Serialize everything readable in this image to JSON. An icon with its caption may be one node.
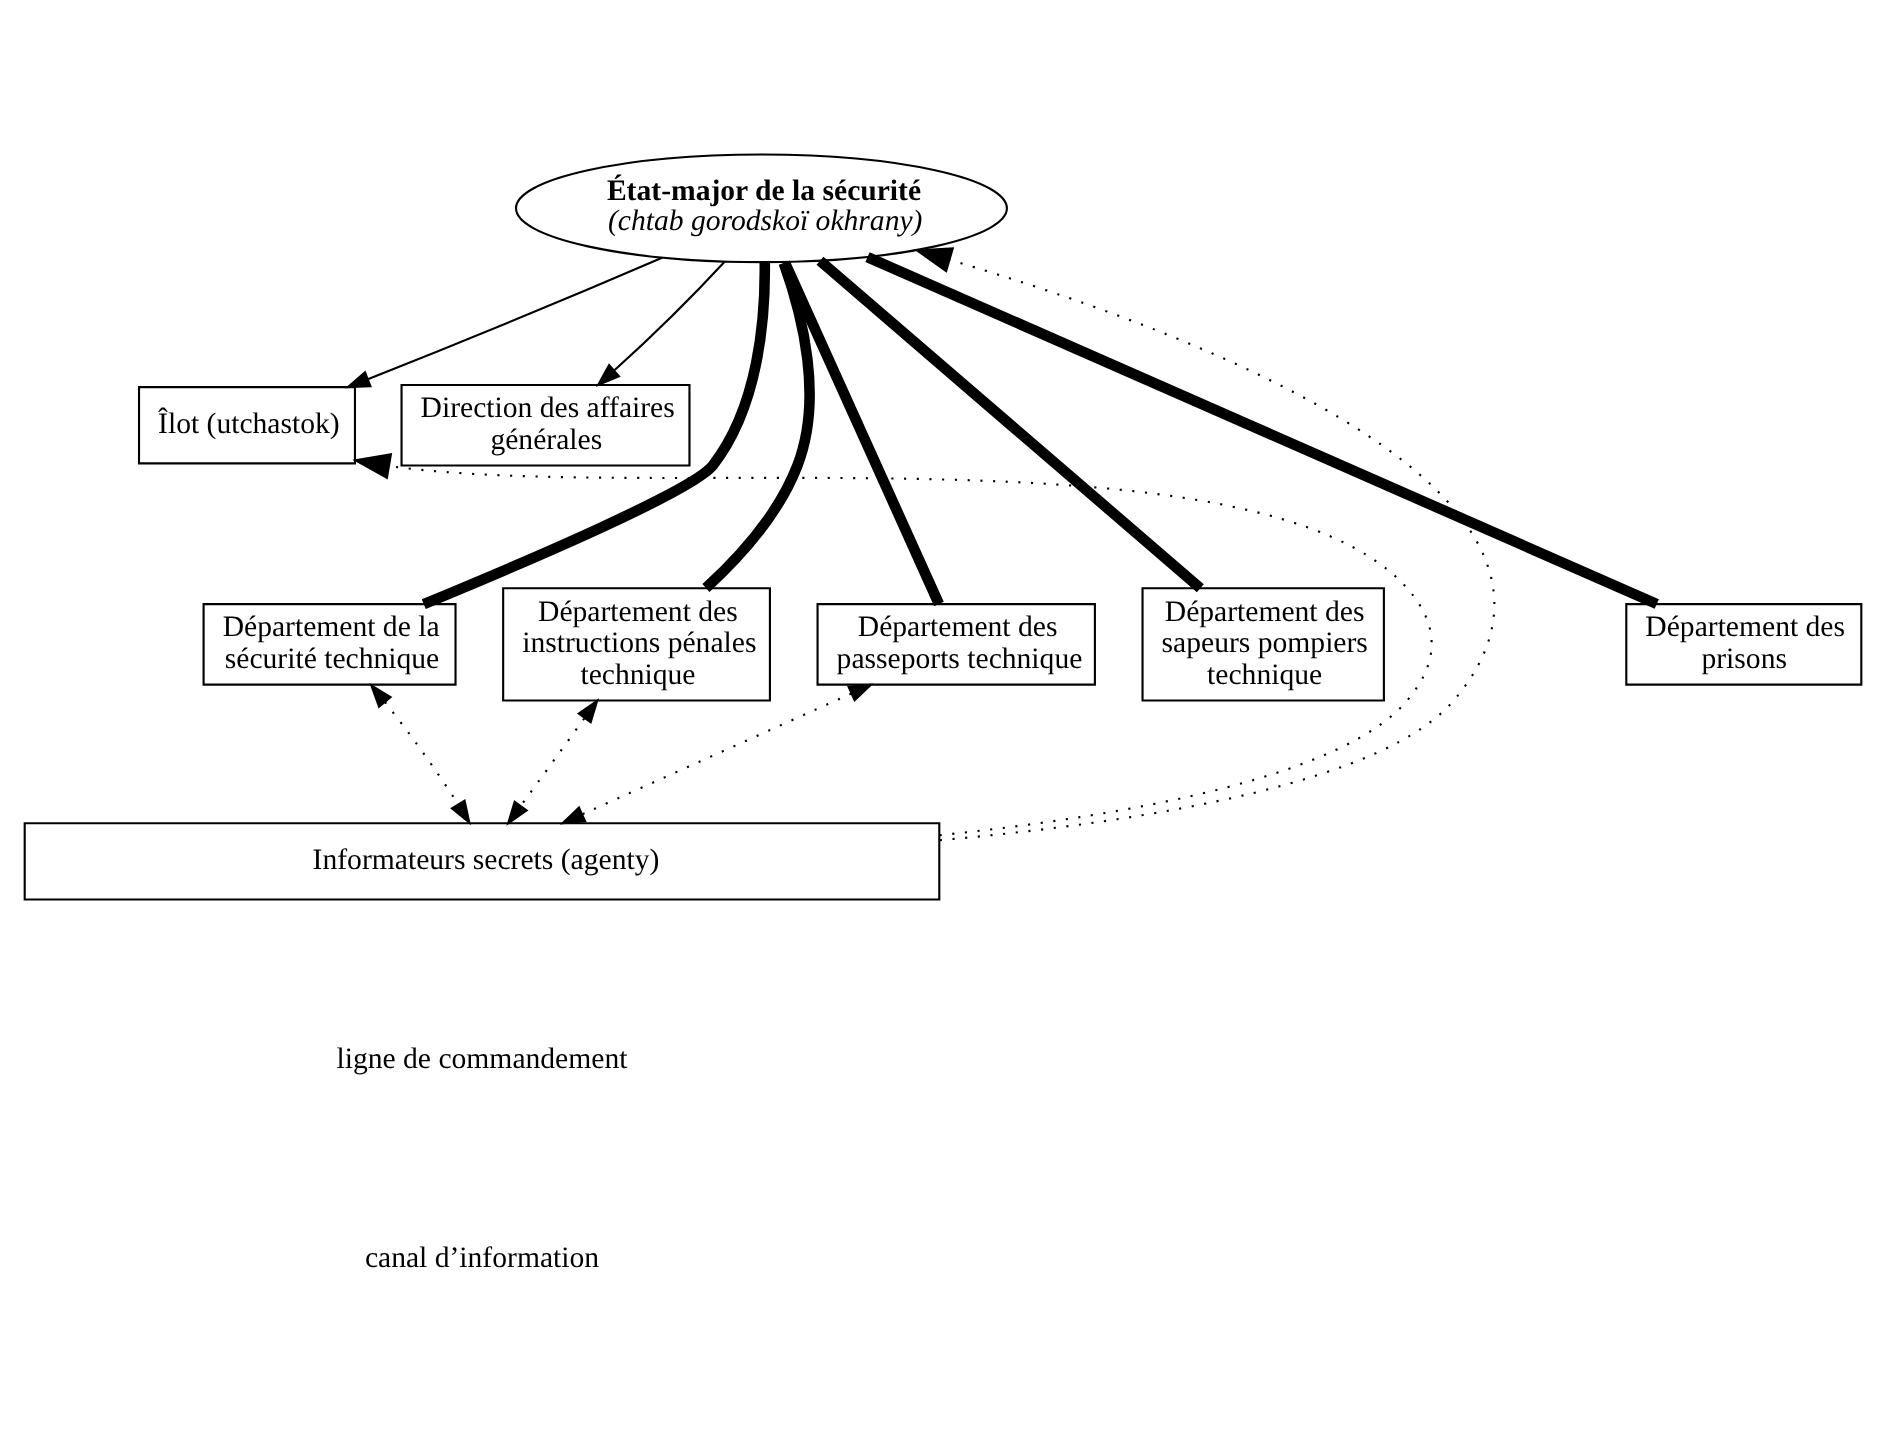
{
  "diagram": {
    "nodes": [
      {
        "text": [
          "État-major de la sécurité",
          "(chtab gorodskoï okhrany)"
        ]
      },
      {
        "text": [
          "Direction des affaires générales"
        ]
      },
      {
        "text": [
          "Îlot (utchastok)"
        ]
      },
      {
        "text": [
          "Département de la sécurité technique"
        ]
      },
      {
        "text": [
          "Département des instructions pénales technique"
        ]
      },
      {
        "text": [
          "Département des passeports technique"
        ]
      },
      {
        "text": [
          "Département des prisons"
        ]
      },
      {
        "text": [
          "Département des sapeurs pompiers technique"
        ]
      },
      {
        "text": [
          "Informateurs secrets (agenty)"
        ]
      }
    ],
    "edges": [
      {
        "from": 0,
        "to": 1,
        "arrow": "to"
      },
      {
        "from": 0,
        "to": 2,
        "arrow": "to"
      },
      {
        "from": 0,
        "to": 3,
        "arrow": "none",
        "style": "thick"
      },
      {
        "from": 0,
        "to": 4,
        "arrow": "none",
        "style": "thick"
      },
      {
        "from": 0,
        "to": 5,
        "arrow": "none",
        "style": "thick"
      },
      {
        "from": 0,
        "to": 6,
        "arrow": "none",
        "style": "thick"
      },
      {
        "from": 0,
        "to": 7,
        "arrow": "none",
        "style": "thick"
      },
      {
        "from": 8,
        "to": 0,
        "arrow": "to",
        "style": "dashed"
      },
      {
        "from": 8,
        "to": 2,
        "arrow": "to",
        "style": "dashed"
      },
      {
        "from": 3,
        "to": 8,
        "arrow": "both",
        "style": "dashed"
      },
      {
        "from": 4,
        "to": 8,
        "arrow": "both",
        "style": "dashed"
      },
      {
        "from": 5,
        "to": 8,
        "arrow": "both",
        "style": "dashed"
      }
    ],
    "legend": [
      {
        "text": "ligne de commandement"
      },
      {
        "text": "canal d’information"
      }
    ]
  }
}
